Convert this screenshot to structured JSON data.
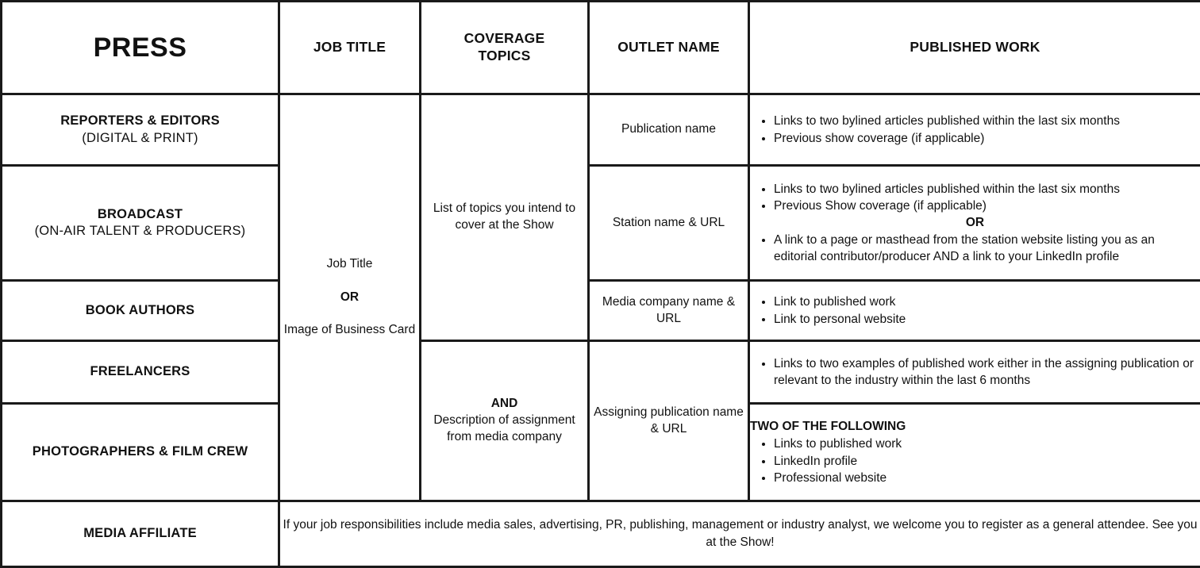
{
  "table": {
    "headers": {
      "press": "PRESS",
      "job_title": "JOB TITLE",
      "coverage_topics_line1": "COVERAGE",
      "coverage_topics_line2": "TOPICS",
      "outlet_name": "OUTLET NAME",
      "published_work": "PUBLISHED WORK"
    },
    "colors": {
      "header_accent": "#b857b2",
      "header_green": "#bcd74a",
      "border": "#1a1a1a",
      "text": "#111111"
    },
    "categories": [
      {
        "main": "REPORTERS & EDITORS",
        "sub": "(DIGITAL & PRINT)"
      },
      {
        "main": "BROADCAST",
        "sub": "(ON-AIR TALENT & PRODUCERS)"
      },
      {
        "main": "BOOK AUTHORS",
        "sub": ""
      },
      {
        "main": "FREELANCERS",
        "sub": ""
      },
      {
        "main": "PHOTOGRAPHERS & FILM CREW",
        "sub": ""
      },
      {
        "main": "MEDIA AFFILIATE",
        "sub": ""
      }
    ],
    "job_title_cell": {
      "line1": "Job Title",
      "or": "OR",
      "line2": "Image of Business Card"
    },
    "coverage_topics_top": "List of topics you intend to cover at the Show",
    "coverage_topics_bottom": {
      "and": "AND",
      "text": "Description of assignment from media company"
    },
    "outlet_names": {
      "reporters": "Publication name",
      "broadcast": "Station name & URL",
      "book_authors": "Media company name & URL",
      "freelancers_photographers": "Assigning publication name & URL"
    },
    "published_work": {
      "reporters": [
        "Links to two bylined articles published within the last six months",
        "Previous show coverage (if applicable)"
      ],
      "broadcast_before": [
        "Links to two bylined articles published within the last six months",
        "Previous Show coverage (if applicable)"
      ],
      "broadcast_or": "OR",
      "broadcast_after": [
        "A link to a page or masthead from the station website listing you as an editorial contributor/producer AND a link to your LinkedIn profile"
      ],
      "book_authors": [
        "Link to published work",
        "Link to personal website"
      ],
      "freelancers": [
        "Links to two examples of published work either in the assigning publication or relevant to the industry within the last 6 months"
      ],
      "photographers_title": "TWO OF THE FOLLOWING",
      "photographers": [
        "Links to published work",
        "LinkedIn profile",
        "Professional website"
      ]
    },
    "media_affiliate_note": "If your job responsibilities include media sales, advertising, PR, publishing, management or industry analyst, we welcome you to register as a general attendee. See you at the Show!"
  }
}
